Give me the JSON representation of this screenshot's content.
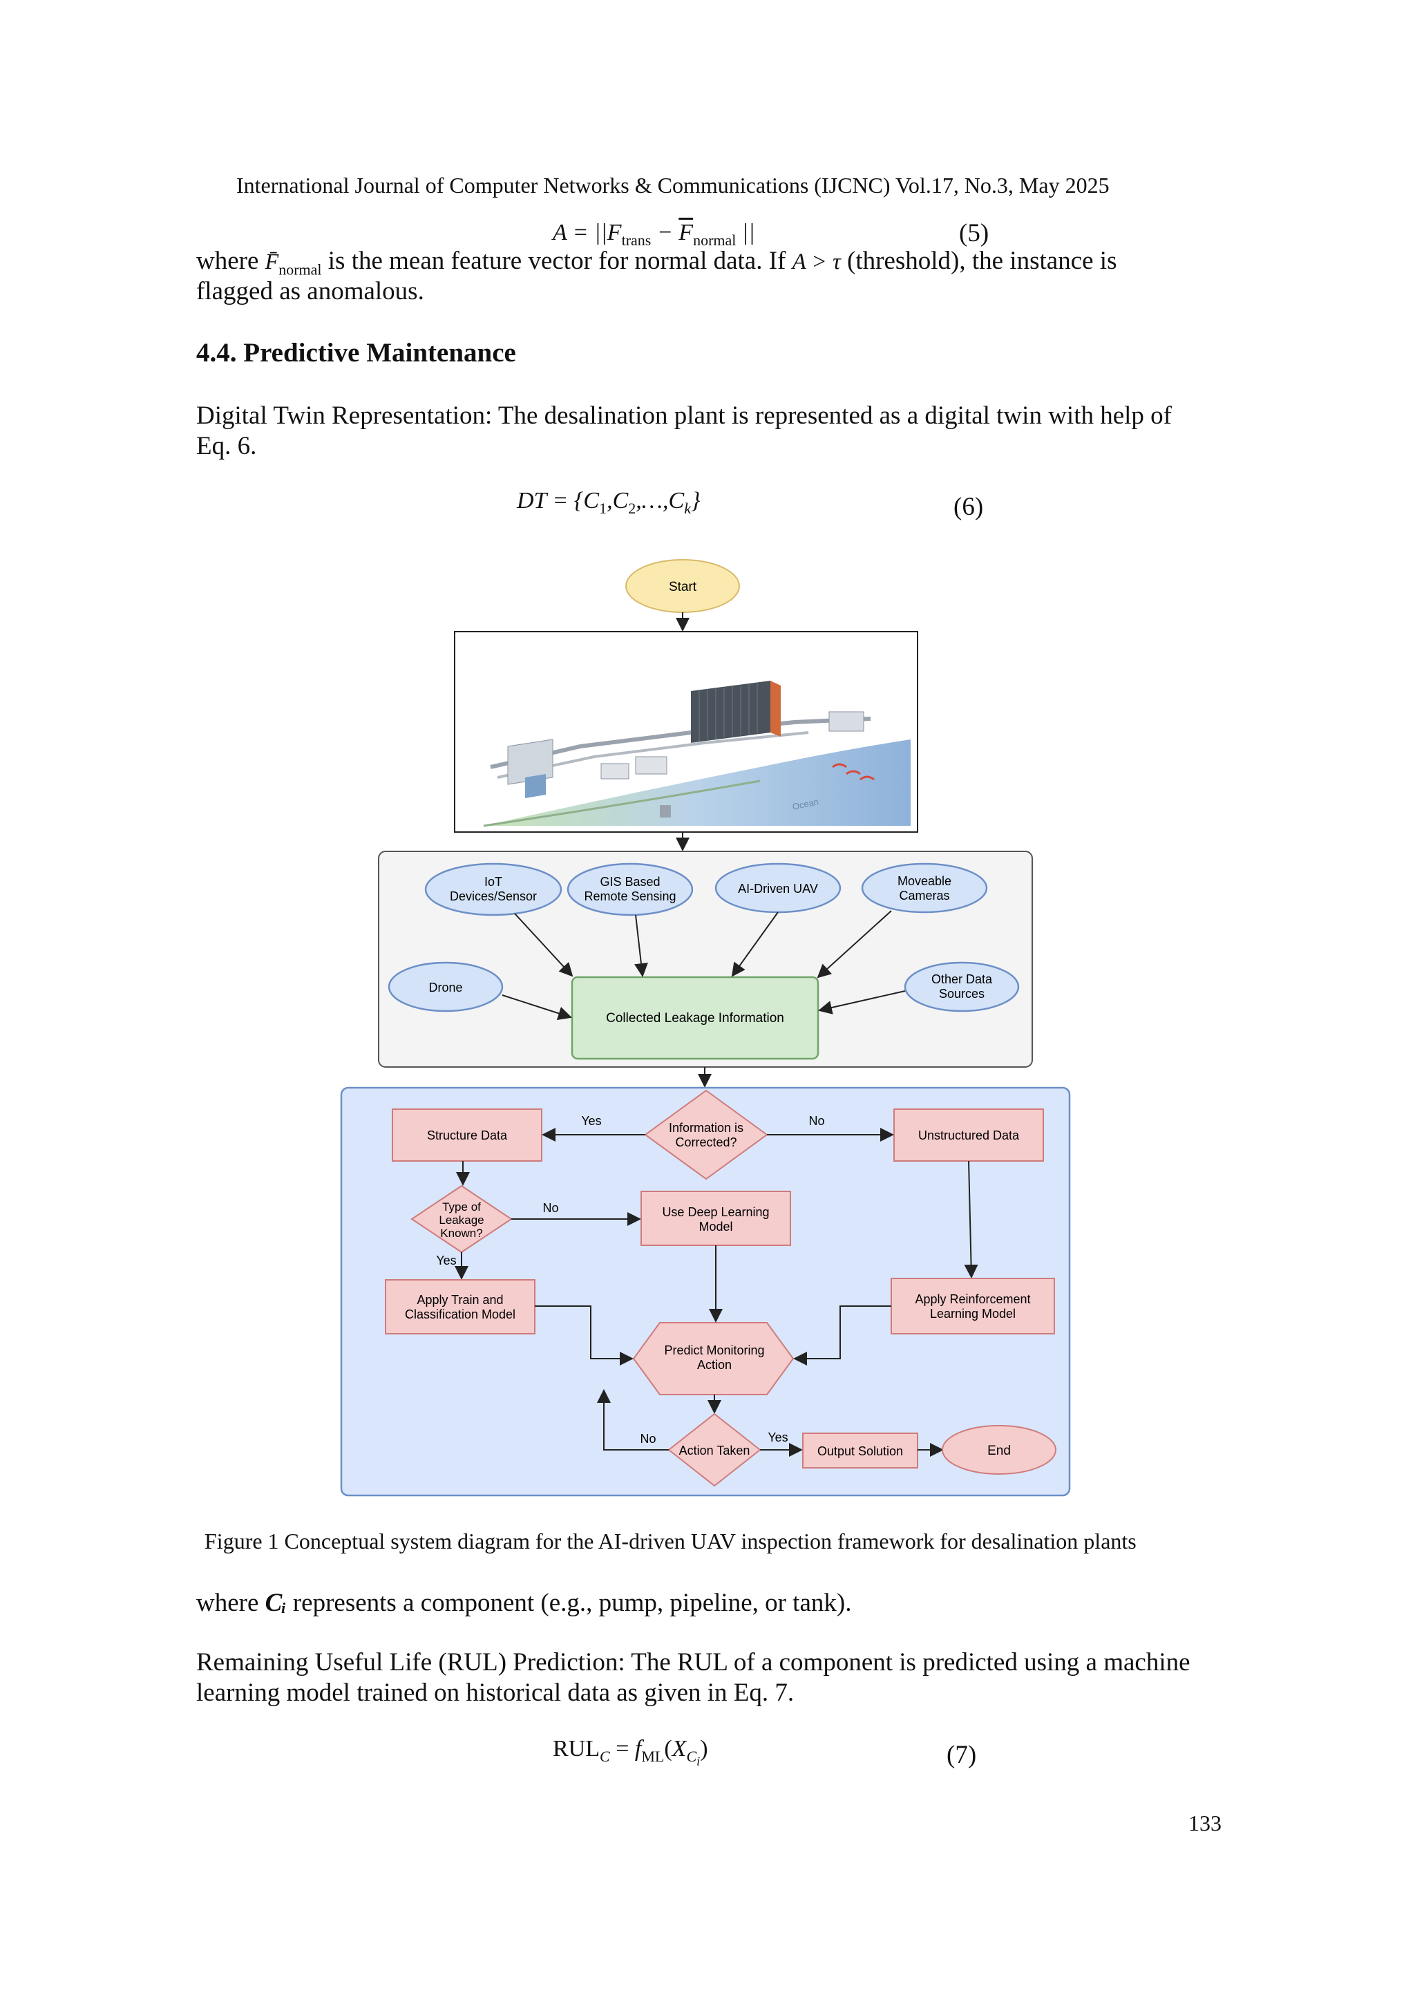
{
  "header": "International Journal of Computer Networks & Communications (IJCNC) Vol.17, No.3, May 2025",
  "eq5": {
    "formula": "A = ||F_trans − F̄_normal ||",
    "number": "(5)"
  },
  "para1": {
    "line1_a": "where",
    "line1_sym": "F̄_normal",
    "line1_b": "is the mean feature vector for normal data. If",
    "line1_cond": "A > τ",
    "line1_c": "(threshold), the instance is",
    "line2": "flagged as anomalous."
  },
  "section_heading": "4.4. Predictive Maintenance",
  "para2": {
    "line1": "Digital Twin Representation: The desalination plant is represented as a digital twin with help of",
    "line2": "Eq. 6."
  },
  "eq6": {
    "formula": "DT = {C₁,C₂,…,Cₖ}",
    "number": "(6)"
  },
  "figure": {
    "start": "Start",
    "ocean_label": "Ocean",
    "sources": {
      "iot": [
        "IoT",
        "Devices/Sensor"
      ],
      "gis": [
        "GIS Based",
        "Remote Sensing"
      ],
      "uav": "AI-Driven UAV",
      "cameras": [
        "Moveable",
        "Cameras"
      ],
      "drone": "Drone",
      "other": [
        "Other Data",
        "Sources"
      ]
    },
    "collected": "Collected Leakage Information",
    "decision_corrected": [
      "Information is",
      "Corrected?"
    ],
    "yes": "Yes",
    "no": "No",
    "structure_data": "Structure Data",
    "unstructured_data": "Unstructured Data",
    "type_known": [
      "Type of",
      "Leakage",
      "Known?"
    ],
    "deep_learning": [
      "Use Deep Learning",
      "Model"
    ],
    "train_class": [
      "Apply Train and",
      "Classification Model"
    ],
    "reinforcement": [
      "Apply Reinforcement",
      "Learning Model"
    ],
    "predict": [
      "Predict Monitoring",
      "Action"
    ],
    "action_taken": "Action Taken",
    "output": "Output Solution",
    "end": "End",
    "colors": {
      "yellow_fill": "#fbeab0",
      "blue_ellipse": "#d4e3f8",
      "green_box": "#d4ebd1",
      "pink_box": "#f6cdcd",
      "blue_panel": "#d9e6fb",
      "gray_panel": "#f4f4f4"
    }
  },
  "caption": "Figure 1 Conceptual system diagram for the AI-driven UAV inspection framework for desalination plants",
  "para3": {
    "a": "where",
    "sym": "Cᵢ",
    "b": "represents a component (e.g., pump, pipeline, or tank)."
  },
  "para4": {
    "line1": "Remaining Useful Life (RUL) Prediction: The RUL of a component is predicted using a machine",
    "line2": "learning model trained on historical data as given in Eq. 7."
  },
  "eq7": {
    "formula": "RUL_C = f_ML(X_Cᵢ)",
    "number": "(7)"
  },
  "page_number": "133"
}
